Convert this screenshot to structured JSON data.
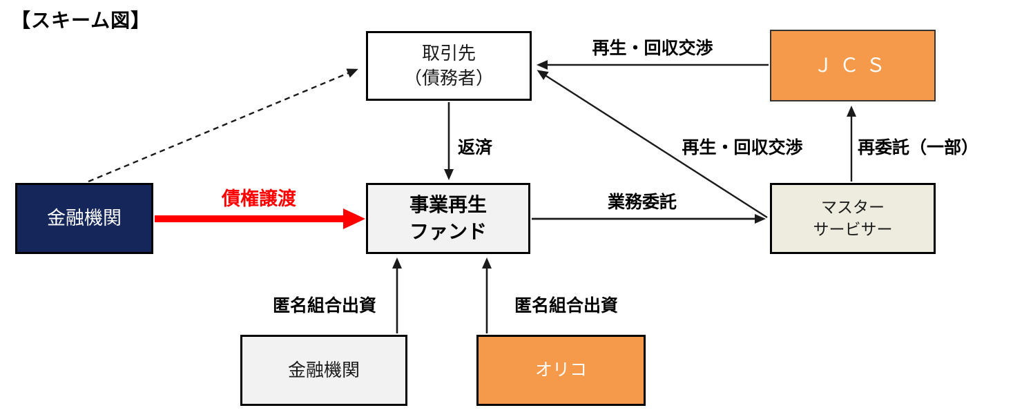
{
  "title": "【スキーム図】",
  "colors": {
    "navy": "#15265B",
    "orange": "#F49A4A",
    "beige": "#EDECDF",
    "light_gray": "#F2F2F2",
    "red_accent": "#FF0000",
    "line_black": "#1a1a1a"
  },
  "nodes": {
    "torihikisaki": {
      "line1": "取引先",
      "line2": "（債務者）"
    },
    "jcs": {
      "label": "ＪＣＳ"
    },
    "kinyu_left": {
      "label": "金融機関"
    },
    "fund": {
      "line1": "事業再生",
      "line2": "ファンド"
    },
    "master_servicer": {
      "line1": "マスター",
      "line2": "サービサー"
    },
    "kinyu_bottom": {
      "label": "金融機関"
    },
    "orico": {
      "label": "オリコ"
    }
  },
  "edges": {
    "saiken_joto": "債権譲渡",
    "hensai": "返済",
    "saisei_kaishu_top": "再生・回収交渉",
    "saisei_kaishu_diag": "再生・回収交渉",
    "saiitaku": "再委託（一部）",
    "gyomu_itaku": "業務委託",
    "tokumei_left": "匿名組合出資",
    "tokumei_right": "匿名組合出資"
  }
}
